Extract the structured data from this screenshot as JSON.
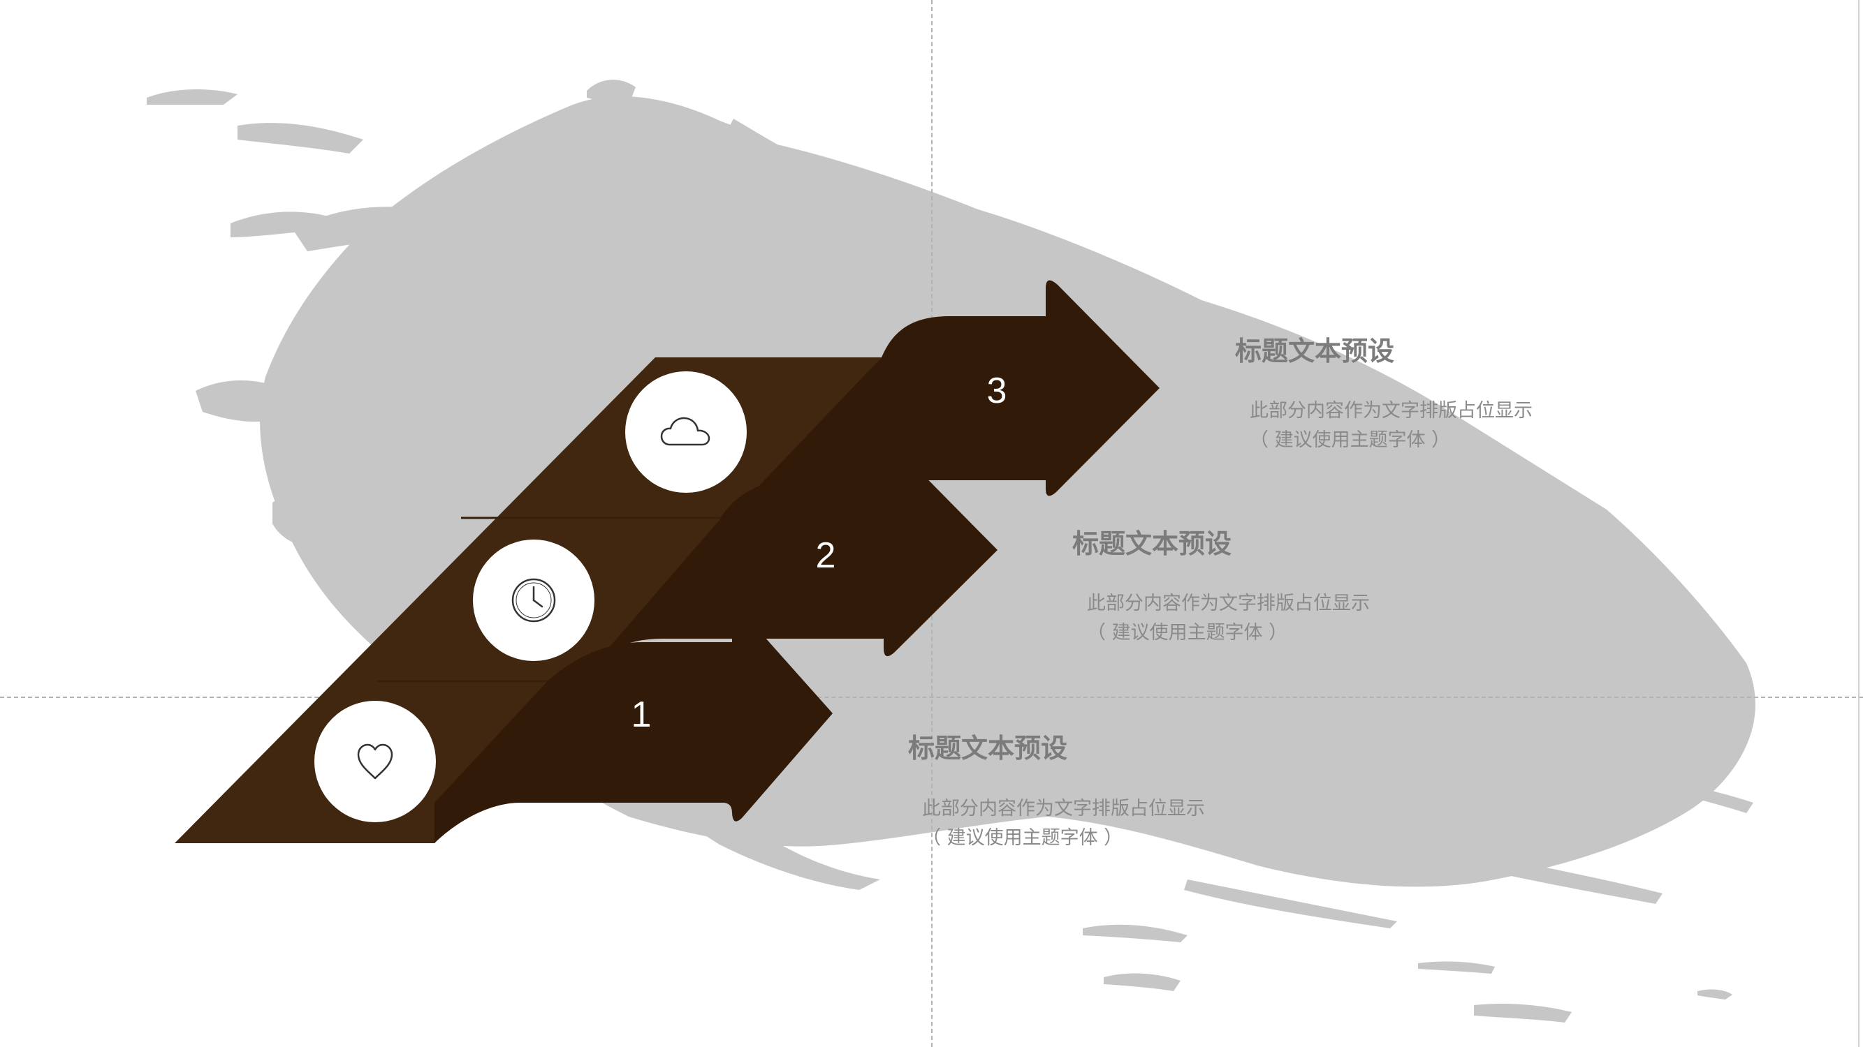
{
  "palette": {
    "background": "#ffffff",
    "brush": "#c6c6c6",
    "arrow": "#311a07",
    "band": "#41270f",
    "title_text": "#7b7b7b",
    "body_text": "#8a8a8a"
  },
  "steps": [
    {
      "number": "1",
      "icon": "heart-icon",
      "title": "标题文本预设",
      "desc_line1": "此部分内容作为文字排版占位显示",
      "desc_line2": "（ 建议使用主题字体 ）"
    },
    {
      "number": "2",
      "icon": "clock-icon",
      "title": "标题文本预设",
      "desc_line1": "此部分内容作为文字排版占位显示",
      "desc_line2": "（ 建议使用主题字体 ）"
    },
    {
      "number": "3",
      "icon": "cloud-icon",
      "title": "标题文本预设",
      "desc_line1": "此部分内容作为文字排版占位显示",
      "desc_line2": "（ 建议使用主题字体 ）"
    }
  ]
}
